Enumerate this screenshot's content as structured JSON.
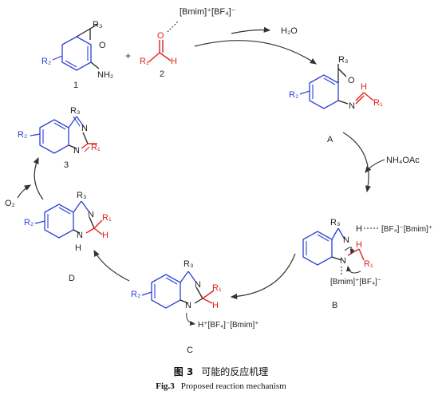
{
  "reagents": {
    "ionic_liquid": "[Bmim]⁺[BF₄]⁻",
    "water": "H₂O",
    "ammonium_acetate": "NH₄OAc",
    "oxygen": "O₂",
    "plus": "+",
    "h_bf4_bmim": "H⁺[BF₄]⁻[Bmim]⁺",
    "bf4_bmim_B": "[BF₄]⁻[Bmim]⁺",
    "bmim_bf4_B": "[Bmim]⁺[BF₄]⁻"
  },
  "compounds": {
    "c1": {
      "label": "1",
      "r2": "R₂",
      "r3": "R₃",
      "o": "O",
      "nh2": "NH₂"
    },
    "c2": {
      "label": "2",
      "r1": "R₁",
      "o": "O",
      "h": "H"
    },
    "A": {
      "label": "A",
      "r2": "R₂",
      "r3": "R₃",
      "o": "O",
      "n": "N",
      "h": "H",
      "r1": "R₁"
    },
    "B": {
      "label": "B",
      "r3": "R₃",
      "n1": "N",
      "n2": "N",
      "h1": "H",
      "h2": "H",
      "r1": "R₁"
    },
    "C": {
      "label": "C",
      "r2": "R₂",
      "r3": "R₃",
      "n1": "N",
      "n2": "N",
      "r1": "R₁",
      "h": "H"
    },
    "D": {
      "label": "D",
      "r2": "R₂",
      "r3": "R₃",
      "n1": "N",
      "n2": "N",
      "h1": "H",
      "r1": "R₁",
      "h2": "H"
    },
    "c3": {
      "label": "3",
      "r2": "R₂",
      "r3": "R₃",
      "n1": "N",
      "n2": "N",
      "r1": "R₁"
    }
  },
  "caption": {
    "cn_num": "图 3",
    "cn_text": "可能的反应机理",
    "en_num": "Fig.3",
    "en_text": "Proposed reaction mechanism"
  },
  "colors": {
    "blue": "#2b3fd6",
    "red": "#e02020",
    "black": "#222222",
    "arrow": "#333333"
  }
}
